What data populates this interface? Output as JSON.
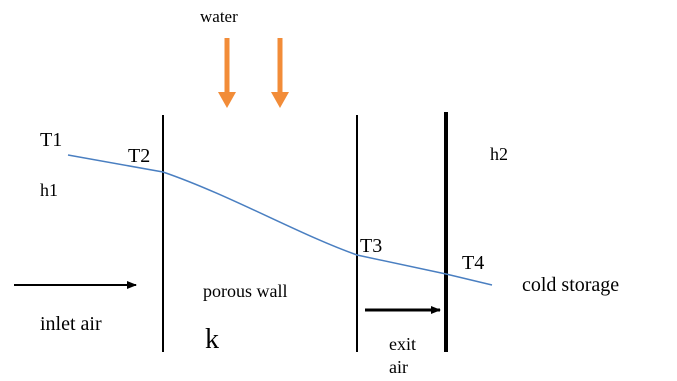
{
  "labels": {
    "water": "water",
    "t1": "T1",
    "t2": "T2",
    "t3": "T3",
    "t4": "T4",
    "h1": "h1",
    "h2": "h2",
    "porous_wall": "porous wall",
    "k": "k",
    "cold_storage": "cold storage",
    "inlet_air": "inlet air",
    "exit_line1": "exit",
    "exit_line2": "air"
  },
  "colors": {
    "water_arrow": "#f28c38",
    "temperature_curve": "#4a7fc1",
    "wall": "#000000",
    "air_arrow": "#000000"
  }
}
